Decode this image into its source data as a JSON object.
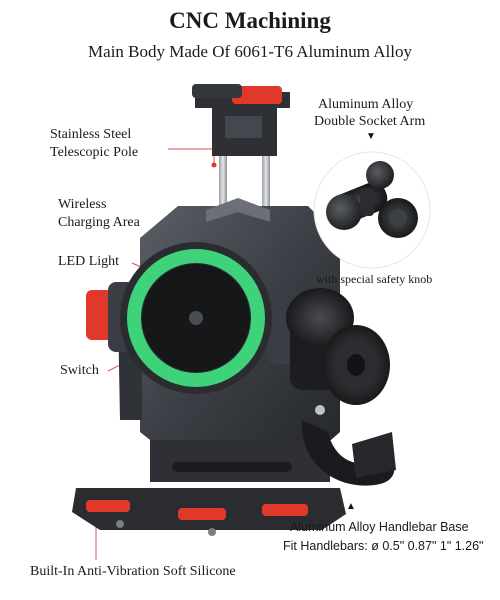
{
  "header": {
    "title": "CNC Machining",
    "subtitle": "Main Body Made Of 6061-T6 Aluminum Alloy"
  },
  "callouts": {
    "telescopic_pole": [
      "Stainless Steel",
      "Telescopic Pole"
    ],
    "wireless_charging": [
      "Wireless",
      "Charging Area"
    ],
    "led_light": "LED Light",
    "switch": "Switch",
    "socket_arm": [
      "Aluminum Alloy",
      "Double Socket Arm"
    ],
    "safety_knob": "with special safety knob",
    "handlebar_base": "Aluminum Alloy Handlebar Base",
    "fit_handlebars": "Fit Handlebars: ø 0.5\" 0.87\" 1\" 1.26\"",
    "anti_vibration": "Built-In Anti-Vibration Soft Silicone"
  },
  "colors": {
    "accent_red": "#e0392b",
    "led_green": "#3ed27a",
    "body_dark": "#3a3d42",
    "leader_line": "#d9534f"
  }
}
